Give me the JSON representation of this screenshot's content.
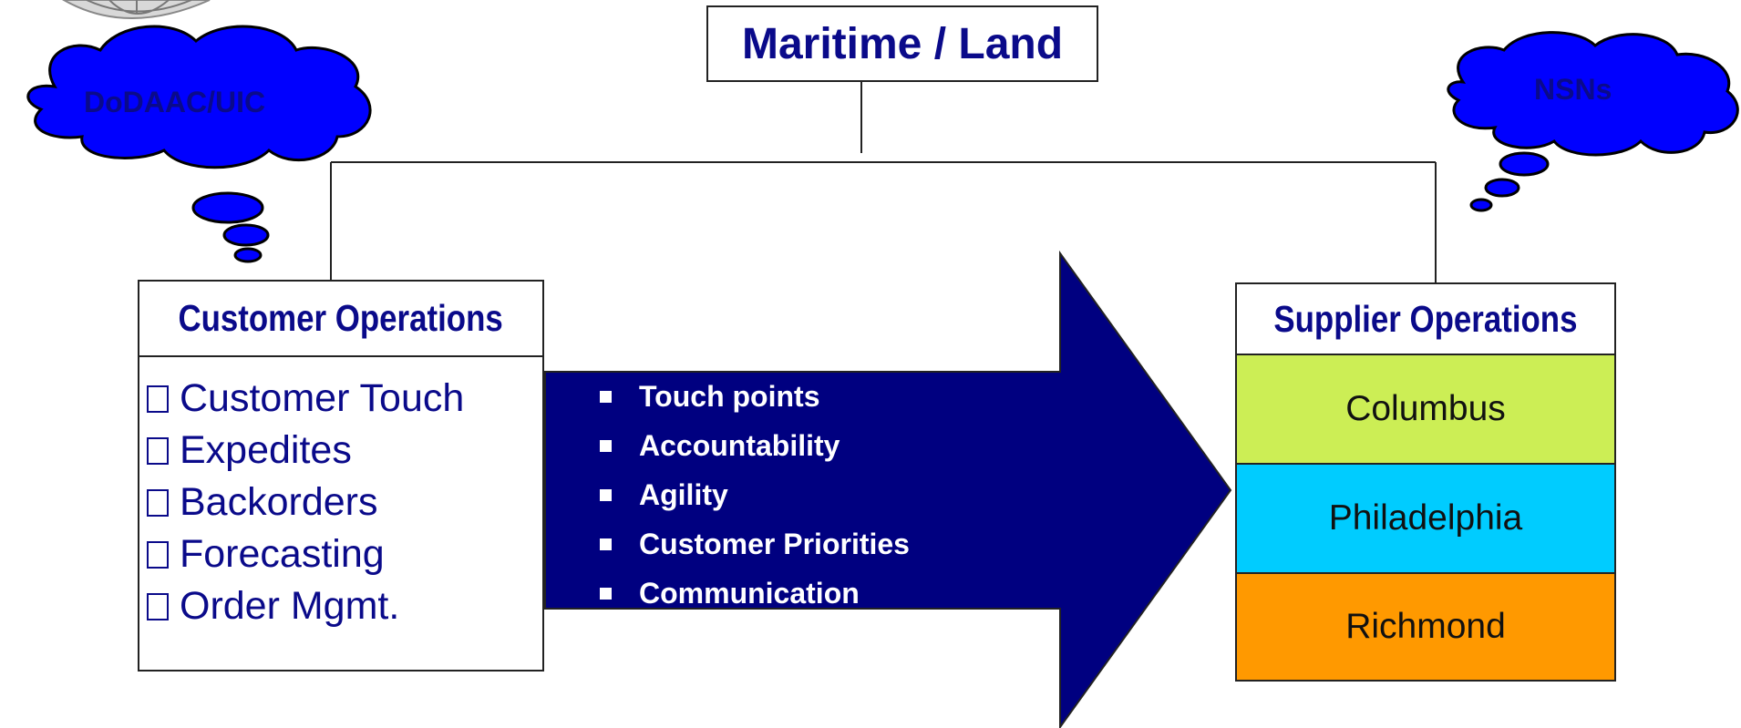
{
  "title": "Maritime / Land",
  "clouds": {
    "left": "DoDAAC/UIC",
    "right": "NSNs"
  },
  "customer": {
    "heading": "Customer Operations",
    "items": [
      "Customer Touch",
      "Expedites",
      "Backorders",
      "Forecasting",
      "Order Mgmt."
    ]
  },
  "arrow": {
    "items": [
      "Touch points",
      "Accountability",
      "Agility",
      "Customer Priorities",
      "Communication"
    ]
  },
  "supplier": {
    "heading": "Supplier Operations",
    "sites": [
      {
        "label": "Columbus",
        "color": "#ccee55"
      },
      {
        "label": "Philadelphia",
        "color": "#00ccff"
      },
      {
        "label": "Richmond",
        "color": "#ff9900"
      }
    ]
  },
  "colors": {
    "navy": "#000080",
    "text_blue": "#0a0a8a",
    "cloud": "#0000ff"
  }
}
